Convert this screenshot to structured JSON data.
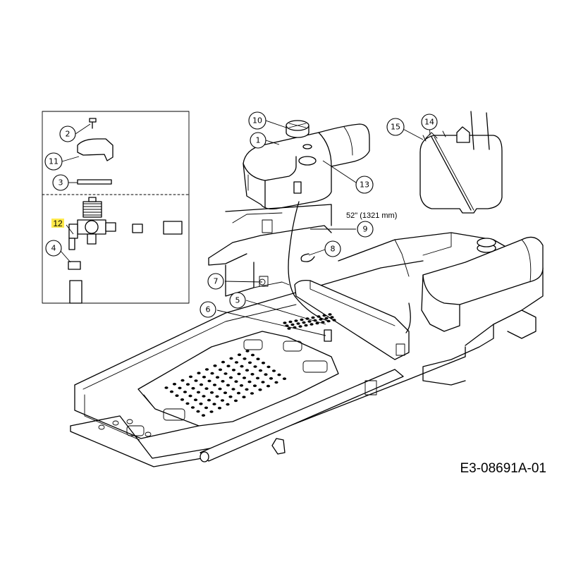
{
  "diagram": {
    "reference_code": "E3-08691A-01",
    "measurement": "52\" (1321 mm)",
    "highlight_color": "#ffe94a",
    "callouts": [
      "1",
      "2",
      "3",
      "4",
      "5",
      "6",
      "7",
      "8",
      "9",
      "10",
      "11",
      "12",
      "13",
      "14",
      "15"
    ],
    "highlighted_callout": "12"
  }
}
